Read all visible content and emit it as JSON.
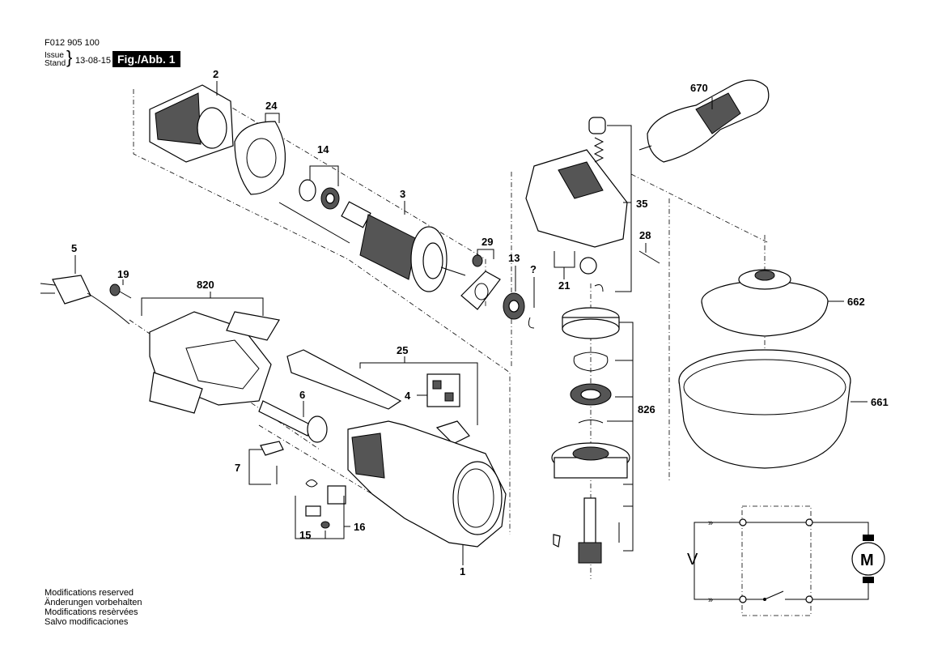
{
  "header": {
    "part_number": "F012 905 100",
    "issue_label": "Issue",
    "stand_label": "Stand",
    "brace": "}",
    "date": "13-08-15",
    "figure_label": "Fig./Abb. 1"
  },
  "notes": [
    "Modifications reserved",
    "Änderungen vorbehalten",
    "Modifications resèrvées",
    "Salvo modificaciones"
  ],
  "part_labels": {
    "p2": "2",
    "p24": "24",
    "p14": "14",
    "p3": "3",
    "p29": "29",
    "p13": "13",
    "pq": "?",
    "p21": "21",
    "p35": "35",
    "p670": "670",
    "p28": "28",
    "p662": "662",
    "p661": "661",
    "p826": "826",
    "p5": "5",
    "p19": "19",
    "p820": "820",
    "p25": "25",
    "p4": "4",
    "p6": "6",
    "p7": "7",
    "p15": "15",
    "p16": "16",
    "p1": "1"
  },
  "circuit": {
    "voltage_label": "V",
    "motor_label": "M"
  }
}
